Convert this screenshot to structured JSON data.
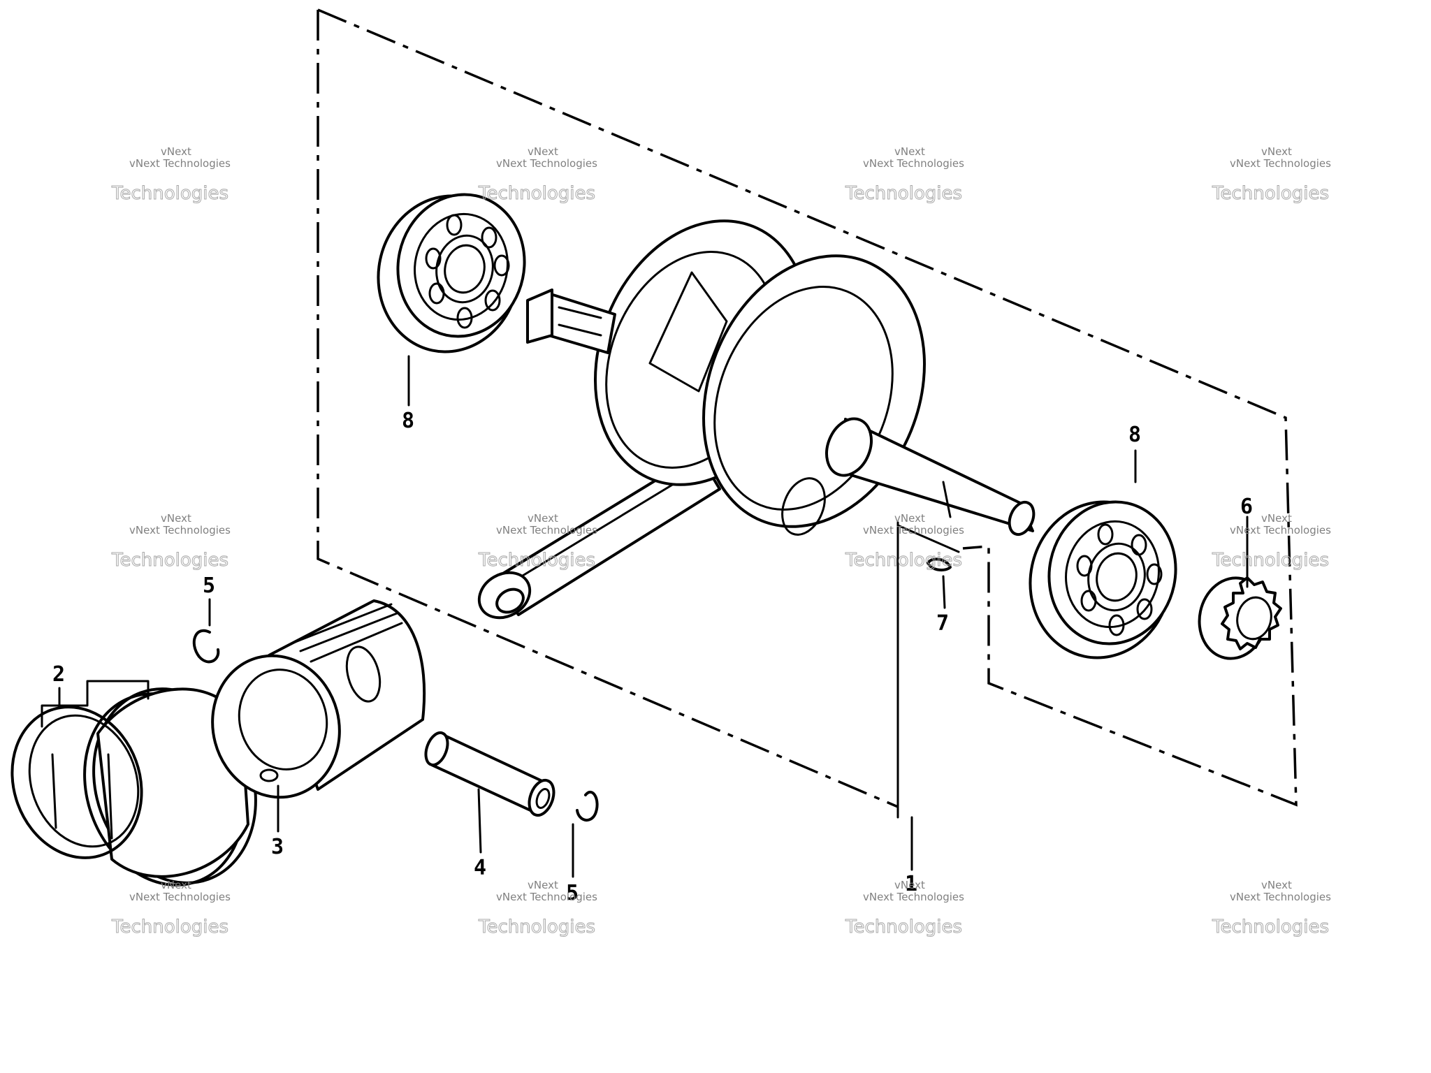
{
  "callouts": [
    {
      "id": "crankshaft",
      "label": "1"
    },
    {
      "id": "piston-rings",
      "label": "2"
    },
    {
      "id": "piston",
      "label": "3"
    },
    {
      "id": "piston-pin",
      "label": "4"
    },
    {
      "id": "clip-left",
      "label": "5"
    },
    {
      "id": "clip-right",
      "label": "5"
    },
    {
      "id": "gear",
      "label": "6"
    },
    {
      "id": "key",
      "label": "7"
    },
    {
      "id": "bearing-left",
      "label": "8"
    },
    {
      "id": "bearing-right",
      "label": "8"
    }
  ],
  "watermark": {
    "brand": "vNext",
    "company": "vNext Technologies",
    "outline": "Technologies"
  }
}
